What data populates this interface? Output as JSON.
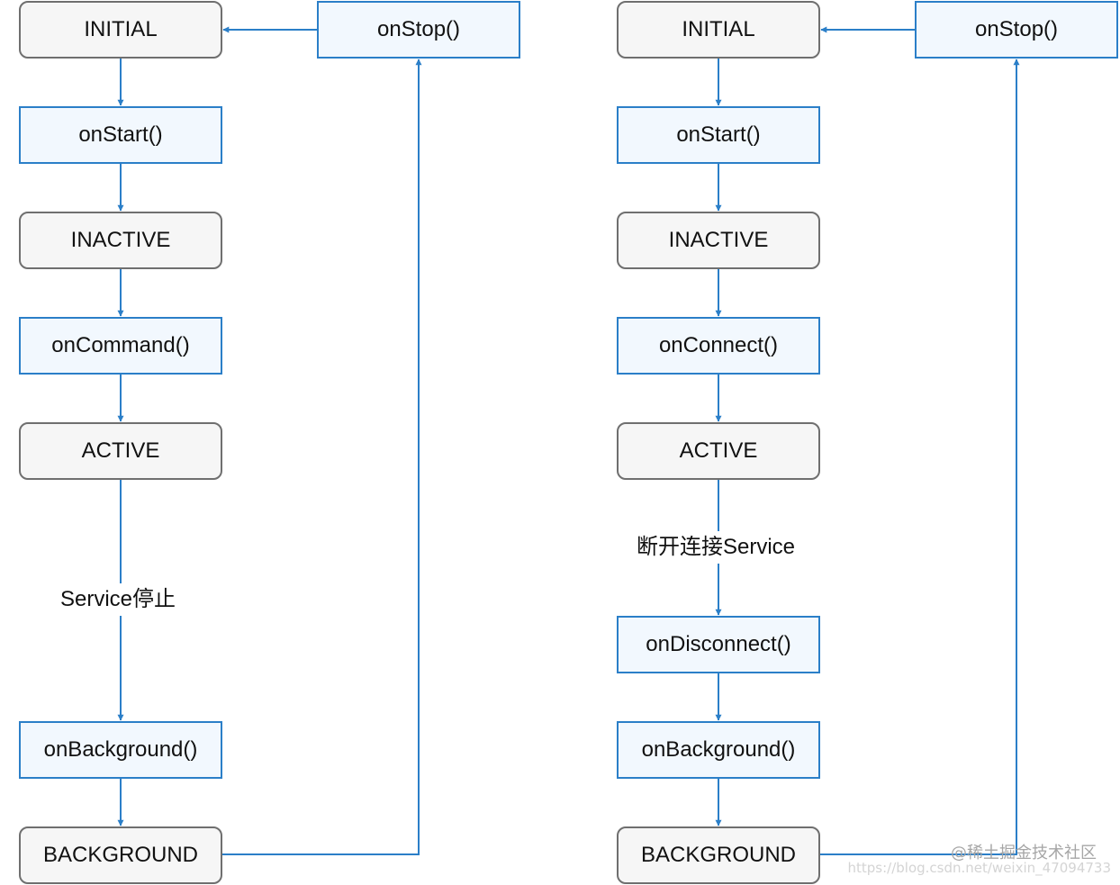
{
  "diagram": {
    "left": {
      "initial": "INITIAL",
      "on_start": "onStart()",
      "inactive": "INACTIVE",
      "on_command": "onCommand()",
      "active": "ACTIVE",
      "service_stop": "Service停止",
      "on_background": "onBackground()",
      "background": "BACKGROUND",
      "on_stop": "onStop()"
    },
    "right": {
      "initial": "INITIAL",
      "on_start": "onStart()",
      "inactive": "INACTIVE",
      "on_connect": "onConnect()",
      "active": "ACTIVE",
      "disconnect_service": "断开连接Service",
      "on_disconnect": "onDisconnect()",
      "on_background": "onBackground()",
      "background": "BACKGROUND",
      "on_stop": "onStop()"
    },
    "colors": {
      "state_fill": "#f6f6f6",
      "state_border": "#6f6f6f",
      "method_fill": "#f2f8fe",
      "method_border": "#2b7fc8",
      "connector": "#2b7fc8"
    }
  },
  "watermark": {
    "line1": "@稀土掘金技术社区",
    "line2": "https://blog.csdn.net/weixin_47094733"
  }
}
